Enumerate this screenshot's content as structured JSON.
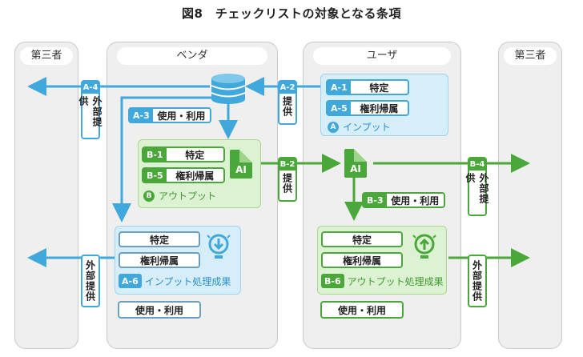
{
  "title": "図8　チェックリストの対象となる条項",
  "lanes": {
    "third_left": "第三者",
    "vendor": "ベンダ",
    "user": "ユーザ",
    "third_right": "第三者"
  },
  "user_input": {
    "a1_tag": "A-1",
    "a1_label": "特定",
    "a5_tag": "A-5",
    "a5_label": "権利帰属",
    "circle": "A",
    "name": "インプット"
  },
  "vendor_output": {
    "b1_tag": "B-1",
    "b1_label": "特定",
    "b5_tag": "B-5",
    "b5_label": "権利帰属",
    "circle": "B",
    "name": "アウトプット"
  },
  "vendor_use": {
    "tag": "A-3",
    "label": "使用・利用"
  },
  "user_use": {
    "tag": "B-3",
    "label": "使用・利用"
  },
  "provides": {
    "a4_tag": "A-4",
    "a4_label": "外部提供",
    "a2_tag": "A-2",
    "a2_label": "提供",
    "b2_tag": "B-2",
    "b2_label": "提供",
    "b4_tag": "B-4",
    "b4_label": "外部提供",
    "left_bottom": "外部提供",
    "right_bottom": "外部提供"
  },
  "input_result": {
    "spec": "特定",
    "rights": "権利帰属",
    "tag": "A-6",
    "label": "インプット処理成果",
    "use": "使用・利用"
  },
  "output_result": {
    "spec": "特定",
    "rights": "権利帰属",
    "tag": "B-6",
    "label": "アウトプット処理成果",
    "use": "使用・利用"
  },
  "ai_icon_text": "AI",
  "colors": {
    "blue": "#41a8dc",
    "green": "#4aa83a",
    "lane": "#efefef"
  }
}
